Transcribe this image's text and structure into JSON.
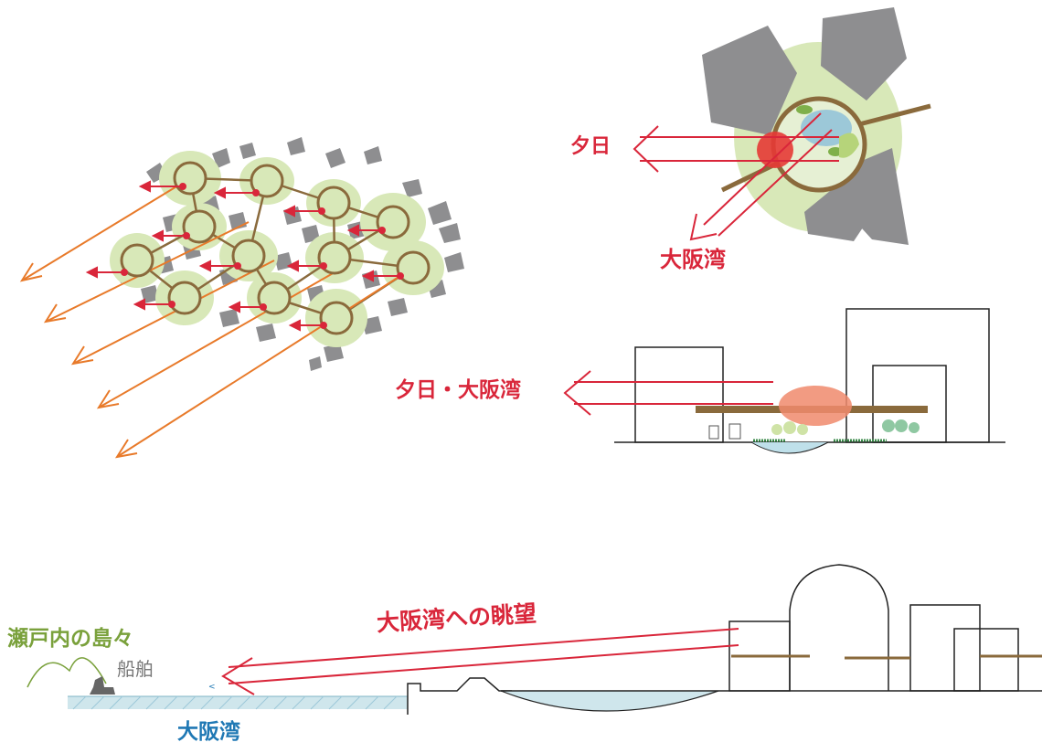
{
  "labels": {
    "sunset": "夕日",
    "osaka_bay_top": "大阪湾",
    "sunset_bay": "夕日・大阪湾",
    "bay_view": "大阪湾への眺望",
    "islands": "瀬戸内の島々",
    "ships": "船舶",
    "osaka_bay_bottom": "大阪湾"
  },
  "colors": {
    "view_red": "#d9263a",
    "orange": "#e87a2a",
    "brown": "#8a6a3c",
    "green_fill": "#d8e8b8",
    "building_gray": "#8e8e90",
    "water_blue": "#9cc8d8"
  }
}
